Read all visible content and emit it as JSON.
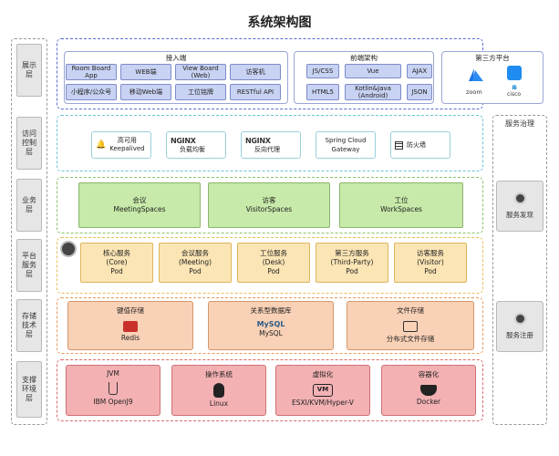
{
  "title": "系统架构图",
  "layers": [
    "展示层",
    "访问控制层",
    "业务层",
    "平台服务层",
    "存储技术层",
    "支撑环境层"
  ],
  "governance": {
    "title": "服务治理",
    "discovery": "服务发现",
    "registry": "服务注册"
  },
  "presentation": {
    "access": {
      "title": "接入端",
      "items": [
        "Room Board App",
        "WEB端",
        "View Board (Web)",
        "访客机",
        "小程序/公众号",
        "移动Web端",
        "工位铭牌",
        "RESTful API"
      ]
    },
    "frontend": {
      "title": "前端架构",
      "items": [
        "JS/CSS",
        "Vue",
        "AJAX",
        "HTML5",
        "Kotlin&Java (Android)",
        "JSON"
      ]
    },
    "thirdparty": {
      "title": "第三方平台",
      "items": [
        "zoom",
        "cisco"
      ]
    }
  },
  "access_control": {
    "items": [
      {
        "logo": "",
        "label": "高可用\nKeepalived"
      },
      {
        "logo": "NGINX",
        "label": "负载均衡"
      },
      {
        "logo": "NGINX",
        "label": "反向代理"
      },
      {
        "logo": "Spring Cloud",
        "label": "Gateway"
      },
      {
        "logo": "",
        "label": "防火墙"
      }
    ]
  },
  "business": [
    "会议\nMeetingSpaces",
    "访客\nVisitorSpaces",
    "工位\nWorkSpaces"
  ],
  "platform": [
    "核心服务\n(Core)\nPod",
    "会议服务\n(Meeting)\nPod",
    "工位服务\n(Desk)\nPod",
    "第三方服务\n(Third-Party)\nPod",
    "访客服务\n(Visitor)\nPod"
  ],
  "storage": [
    {
      "title": "键值存储",
      "name": "Redis"
    },
    {
      "title": "关系型数据库",
      "name": "MySQL",
      "logo": "MySQL"
    },
    {
      "title": "文件存储",
      "name": "分布式文件存储"
    }
  ],
  "support": [
    {
      "title": "JVM",
      "name": "IBM OpenJ9"
    },
    {
      "title": "操作系统",
      "name": "Linux"
    },
    {
      "title": "虚拟化",
      "name": "ESXI/KVM/Hyper-V",
      "logo": "VM"
    },
    {
      "title": "容器化",
      "name": "Docker"
    }
  ],
  "colors": {
    "presentation": "#5b6bd1",
    "access": "#6cc6d6",
    "business": "#8bc26a",
    "platform": "#e6c05a",
    "storage": "#e69a5e",
    "support": "#d96a6f"
  }
}
